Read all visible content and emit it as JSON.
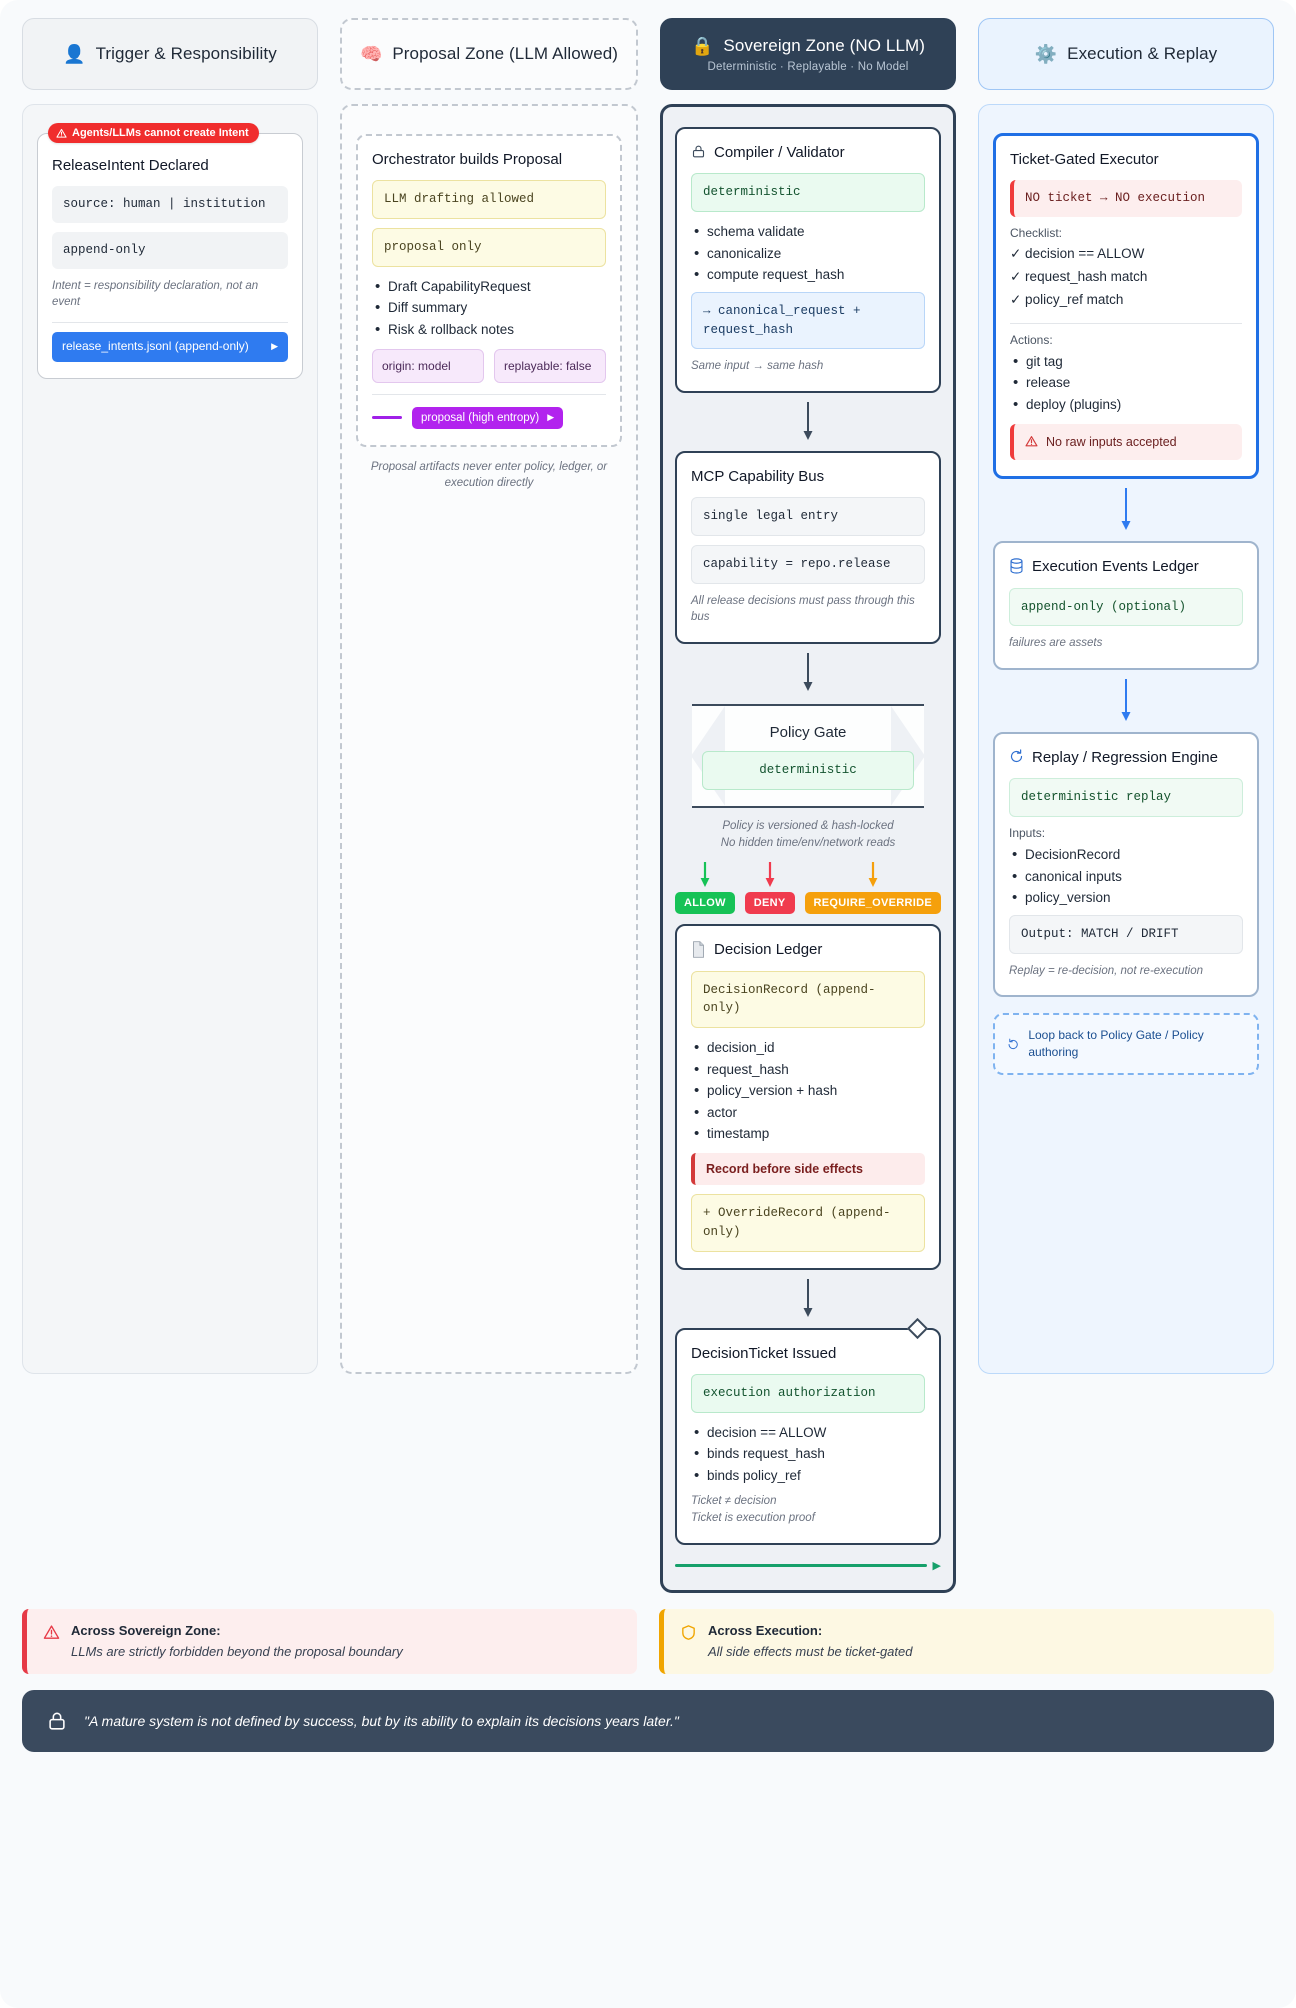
{
  "headers": [
    {
      "icon": "person-icon",
      "emoji": "👤",
      "title": "Trigger & Responsibility",
      "subtitle": ""
    },
    {
      "icon": "brain-icon",
      "emoji": "🧠",
      "title": "Proposal Zone (LLM Allowed)",
      "subtitle": ""
    },
    {
      "icon": "lock-icon",
      "emoji": "🔒",
      "title": "Sovereign Zone (NO LLM)",
      "subtitle": "Deterministic · Replayable · No Model"
    },
    {
      "icon": "gear-icon",
      "emoji": "⚙️",
      "title": "Execution & Replay",
      "subtitle": ""
    }
  ],
  "trigger": {
    "badge": "Agents/LLMs cannot create Intent",
    "badge_icon": "warning-icon",
    "card_title": "ReleaseIntent Declared",
    "code_lines": [
      "source: human | institution",
      "append-only"
    ],
    "note": "Intent = responsibility declaration, not an event",
    "file_bar": {
      "label": "release_intents.jsonl (append-only)",
      "marker": "▶"
    }
  },
  "proposal": {
    "card_title": "Orchestrator builds Proposal",
    "tags": [
      "LLM drafting allowed",
      "proposal only"
    ],
    "bullets": [
      "Draft CapabilityRequest",
      "Diff summary",
      "Risk & rollback notes"
    ],
    "pills": [
      "origin: model",
      "replayable: false"
    ],
    "flow_tag": "proposal (high entropy)",
    "flow_marker": "▶",
    "note": "Proposal artifacts never enter policy, ledger, or execution directly"
  },
  "sovereign": {
    "compiler": {
      "icon": "lock-outline-icon",
      "title": "Compiler / Validator",
      "code": "deterministic",
      "bullets": [
        "schema validate",
        "canonicalize",
        "compute request_hash"
      ],
      "output": "→ canonical_request + request_hash",
      "note": "Same input → same hash"
    },
    "bus": {
      "title": "MCP Capability Bus",
      "code_a": "single legal entry",
      "code_b": "capability = repo.release",
      "note": "All release decisions must pass through this bus"
    },
    "gate": {
      "title": "Policy Gate",
      "code": "deterministic",
      "note_line1": "Policy is versioned & hash-locked",
      "note_line2": "No hidden time/env/network reads",
      "decisions": [
        {
          "label": "ALLOW",
          "color": "#16c256"
        },
        {
          "label": "DENY",
          "color": "#f03b4e"
        },
        {
          "label": "REQUIRE_OVERRIDE",
          "color": "#f5a00c"
        }
      ]
    },
    "ledger": {
      "icon": "document-icon",
      "title": "Decision Ledger",
      "code": "DecisionRecord (append-only)",
      "bullets": [
        "decision_id",
        "request_hash",
        "policy_version + hash",
        "actor",
        "timestamp"
      ],
      "emphasis": "Record before side effects",
      "footer_code": "+ OverrideRecord (append-only)"
    },
    "ticket": {
      "title": "DecisionTicket Issued",
      "code": "execution authorization",
      "bullets": [
        "decision == ALLOW",
        "binds request_hash",
        "binds policy_ref"
      ],
      "note_line1": "Ticket ≠ decision",
      "note_line2": "Ticket is execution proof"
    }
  },
  "execution": {
    "executor": {
      "title": "Ticket-Gated Executor",
      "warning": "NO ticket → NO execution",
      "checklist_label": "Checklist:",
      "checklist": [
        "✓ decision == ALLOW",
        "✓ request_hash match",
        "✓ policy_ref match"
      ],
      "actions_label": "Actions:",
      "actions": [
        "git tag",
        "release",
        "deploy (plugins)"
      ],
      "footer_warning": "No raw inputs accepted",
      "footer_warning_icon": "warning-icon"
    },
    "events": {
      "icon": "database-icon",
      "title": "Execution Events Ledger",
      "code": "append-only (optional)",
      "note": "failures are assets"
    },
    "replay": {
      "icon": "refresh-icon",
      "title": "Replay / Regression Engine",
      "code": "deterministic replay",
      "inputs_label": "Inputs:",
      "inputs": [
        "DecisionRecord",
        "canonical inputs",
        "policy_version"
      ],
      "output": "Output: MATCH / DRIFT",
      "note": "Replay = re-decision, not re-execution"
    },
    "loop": {
      "icon": "refresh-icon",
      "text": "Loop back to Policy Gate / Policy authoring"
    }
  },
  "callouts": [
    {
      "icon": "warning-triangle-icon",
      "title": "Across Sovereign Zone:",
      "body": "LLMs are strictly forbidden beyond the proposal boundary",
      "accent": "#e63946"
    },
    {
      "icon": "shield-icon",
      "title": "Across Execution:",
      "body": "All side effects must be ticket-gated",
      "accent": "#f0a500"
    }
  ],
  "quote": {
    "icon": "lock-outline-icon",
    "text": "\"A mature system is not defined by success, but by its ability to explain its decisions years later.\""
  }
}
